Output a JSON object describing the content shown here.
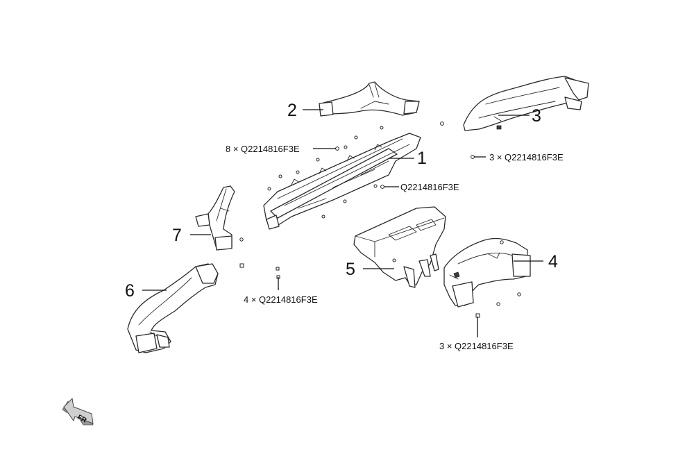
{
  "callouts": {
    "c1": "1",
    "c2": "2",
    "c3": "3",
    "c4": "4",
    "c5": "5",
    "c6": "6",
    "c7": "7"
  },
  "fastener_notes": {
    "top_left": "8 × Q2214816F3E",
    "top_right": "3 × Q2214816F3E",
    "center": "Q2214816F3E",
    "lower_left": "4 × Q2214816F3E",
    "lower_right": "3 × Q2214816F3E"
  },
  "direction_indicator": {
    "label": "FR",
    "icon": "front-direction-arrow-icon"
  }
}
